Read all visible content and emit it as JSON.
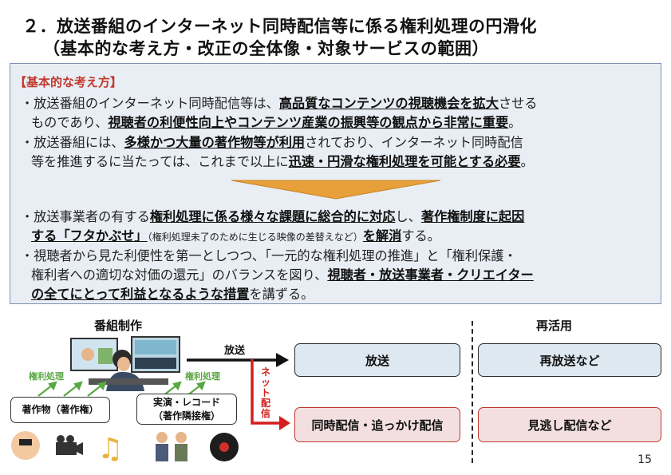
{
  "title": {
    "line1": "２．放送番組のインターネット同時配信等に係る権利処理の円滑化",
    "line2": "（基本的な考え方・改正の全体像・対象サービスの範囲）"
  },
  "box": {
    "heading": "【基本的な考え方】",
    "p1": {
      "l1a": "・放送番組のインターネット同時配信等は、",
      "l1b": "高品質なコンテンツの視聴機会を拡大",
      "l1c": "させる",
      "l2a": "ものであり、",
      "l2b": "視聴者の利便性向上やコンテンツ産業の振興等の観点から非常に重要",
      "l2c": "。"
    },
    "p2": {
      "l1a": "・放送番組には、",
      "l1b": "多様かつ大量の著作物等が利用",
      "l1c": "されており、インターネット同時配信",
      "l2a": "等を推進するに当たっては、これまで以上に",
      "l2b": "迅速・円滑な権利処理を可能とする必要",
      "l2c": "。"
    },
    "p3": {
      "l1a": "・放送事業者の有する",
      "l1b": "権利処理に係る様々な課題に総合的に対応",
      "l1c": "し、",
      "l1d": "著作権制度に起因",
      "l2a": "する「フタかぶせ」",
      "l2b": "（権利処理未了のために生じる映像の差替えなど）",
      "l2c": "を解消",
      "l2d": "する。"
    },
    "p4": {
      "l1": "・視聴者から見た利便性を第一としつつ、「一元的な権利処理の推進」と「権利保護・",
      "l2a": "権利者への適切な対価の還元」のバランスを図り、",
      "l2b": "視聴者・放送事業者・クリエイター",
      "l3a": "の全てにとって利益となるような措置",
      "l3b": "を講ずる。"
    }
  },
  "diagram": {
    "production_label": "番組制作",
    "reuse_label": "再活用",
    "broadcast_arrow_label": "放送",
    "net_arrow_label": "ネット配信",
    "rights_label_left": "権利処理",
    "rights_label_right": "権利処理",
    "works_box": "著作物（著作権）",
    "perf_box_l1": "実演・レコード",
    "perf_box_l2": "（著作隣接権）",
    "broadcast_box": "放送",
    "rebroadcast_box": "再放送など",
    "simulcast_box": "同時配信・追っかけ配信",
    "missed_box": "見逃し配信など"
  },
  "colors": {
    "accent_red": "#c0392b",
    "arrow_orange": "#e8a03a",
    "green": "#5aa844",
    "blue_box": "#dde8f1",
    "red_box": "#f3dfe0"
  },
  "page_number": "15"
}
